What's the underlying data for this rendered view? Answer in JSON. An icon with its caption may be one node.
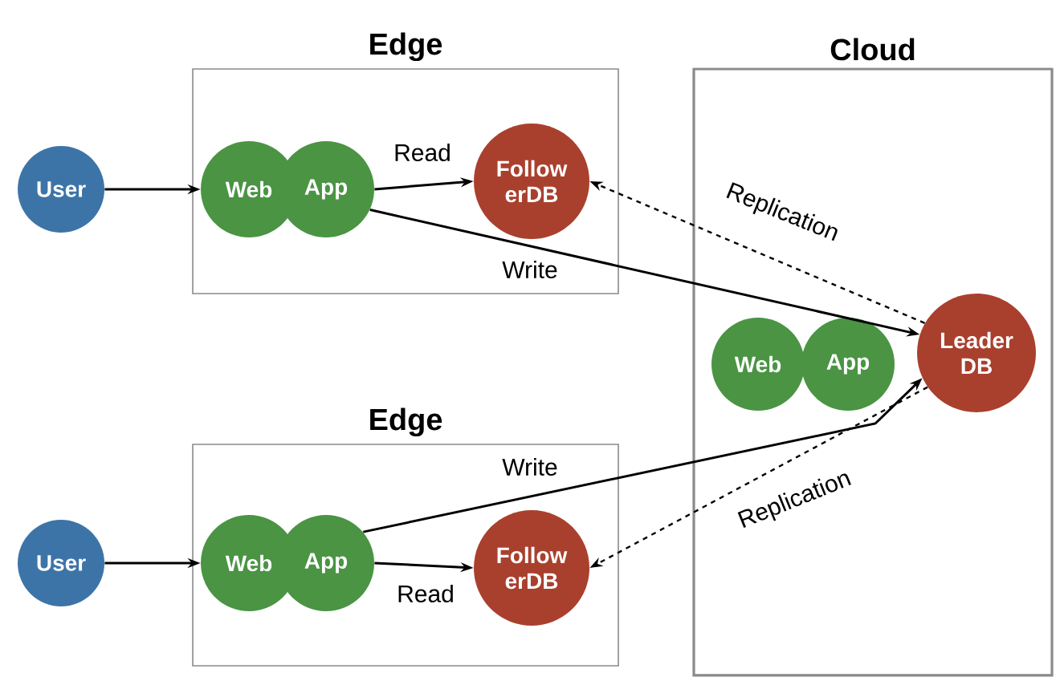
{
  "diagram": {
    "nodes": [
      {
        "text": [
          "Edge"
        ]
      },
      {
        "text": [
          "Cloud"
        ]
      },
      {
        "text": [
          "Edge"
        ]
      },
      {
        "text": [
          "User"
        ]
      },
      {
        "text": [
          "Web"
        ],
        "in": 0
      },
      {
        "text": [
          "App"
        ],
        "in": 0
      },
      {
        "text": [
          "Follow erDB"
        ],
        "in": 0
      },
      {
        "text": [
          "Web"
        ],
        "in": 1
      },
      {
        "text": [
          "App"
        ],
        "in": 1
      },
      {
        "text": [
          "Leader DB"
        ],
        "in": 1
      },
      {
        "text": [
          "User"
        ]
      },
      {
        "text": [
          "Web"
        ],
        "in": 2
      },
      {
        "text": [
          "App"
        ],
        "in": 2
      },
      {
        "text": [
          "Follow erDB"
        ],
        "in": 2
      }
    ],
    "edges": [
      {
        "from": 3,
        "to": 4,
        "arrow": "to"
      },
      {
        "from": 5,
        "to": 6,
        "arrow": "to",
        "label": "Read"
      },
      {
        "from": 5,
        "to": 9,
        "arrow": "to",
        "label": "Write"
      },
      {
        "from": 9,
        "to": 6,
        "arrow": "to",
        "style": "dashed",
        "label": "Replication"
      },
      {
        "from": 10,
        "to": 11,
        "arrow": "to"
      },
      {
        "from": 12,
        "to": 13,
        "arrow": "to",
        "label": "Read"
      },
      {
        "from": 12,
        "to": 9,
        "arrow": "to",
        "label": "Write"
      },
      {
        "from": 9,
        "to": 13,
        "arrow": "to",
        "style": "dashed",
        "label": "Replication"
      }
    ]
  }
}
